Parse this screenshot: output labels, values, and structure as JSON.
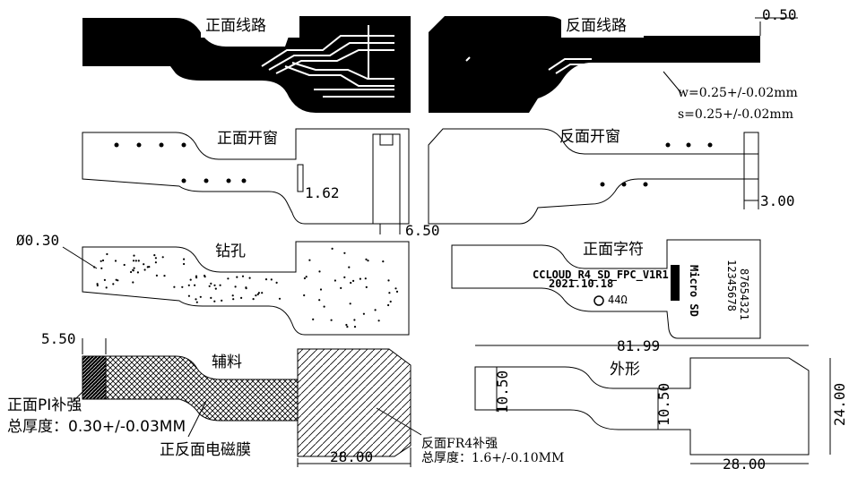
{
  "panels": {
    "front_circuit": "正面线路",
    "back_circuit": "反面线路",
    "front_window": "正面开窗",
    "back_window": "反面开窗",
    "drill": "钻孔",
    "front_silk": "正面字符",
    "accessory": "辅料",
    "outline": "外形"
  },
  "notes": {
    "width_rule": "w=0.25+/-0.02mm",
    "space_rule": "s=0.25+/-0.02mm",
    "pi_stiffener": "正面PI补强",
    "pi_thickness": "总厚度：0.30+/-0.03MM",
    "emi_film": "正反面电磁膜",
    "fr4_stiffener": "反面FR4补强",
    "fr4_thickness": "总厚度：1.6+/-0.10MM"
  },
  "dimensions": {
    "d_050": "0.50",
    "d_162": "1.62",
    "d_650": "6.50",
    "d_300": "3.00",
    "d_hole": "Ø0.30",
    "d_550": "5.50",
    "d_2800_a": "28.00",
    "d_8199": "81.99",
    "d_1050_a": "10.50",
    "d_1050_b": "10.50",
    "d_2400": "24.00",
    "d_2800_b": "28.00"
  },
  "silk": {
    "line1": "CCLOUD_R4_SD_FPC_V1R1",
    "line2": "2021.10.18",
    "mark": "44Ω",
    "micro_sd": "Micro SD",
    "pins": "12345678",
    "pins2": "87654321"
  }
}
